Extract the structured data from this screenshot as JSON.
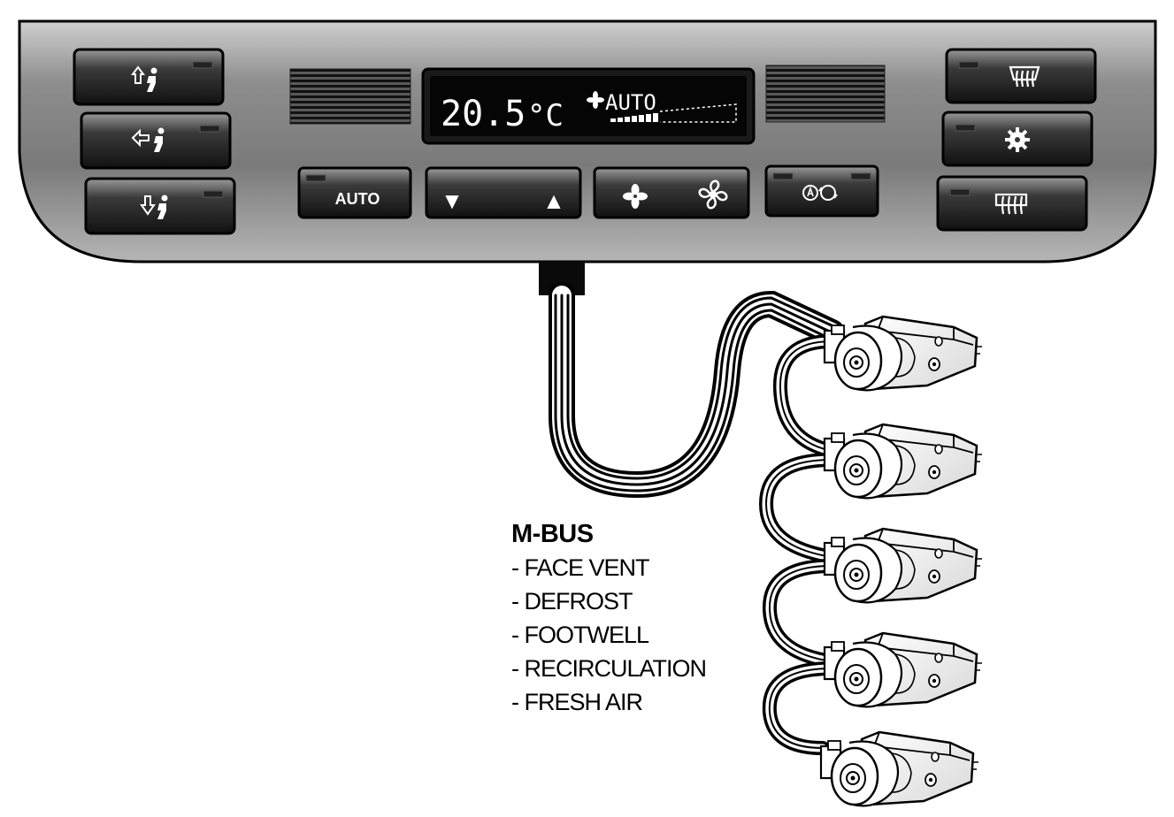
{
  "display": {
    "temperature": "20.5",
    "unit": "°C",
    "mode": "AUTO"
  },
  "buttons": {
    "auto": "AUTO",
    "temp_down": "▼",
    "temp_up": "▲"
  },
  "icons": {
    "face_vent": "seat-arrow-up-icon",
    "face_side": "seat-arrow-left-icon",
    "footwell": "seat-arrow-down-icon",
    "rear_defrost": "rear-defrost-icon",
    "air_conditioning": "ac-compressor-icon",
    "windshield_defrost": "windshield-defrost-icon",
    "fan_low": "fan-low-icon",
    "fan_high": "fan-high-icon",
    "recirculation": "recirculation-icon"
  },
  "legend": {
    "title": "M-BUS",
    "items": [
      "- FACE VENT",
      "- DEFROST",
      "- FOOTWELL",
      "- RECIRCULATION",
      "- FRESH AIR"
    ]
  }
}
